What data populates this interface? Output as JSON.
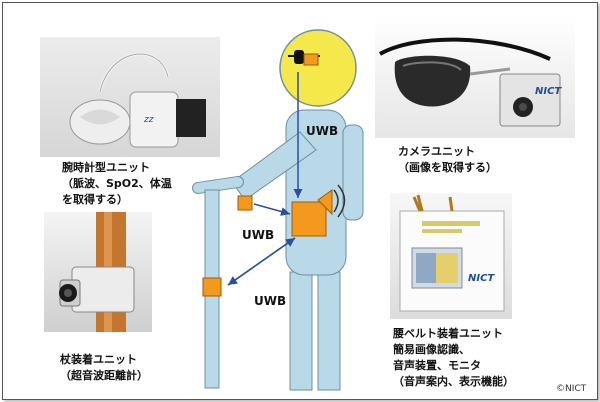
{
  "labels": {
    "wrist_title": "腕時計型ユニット",
    "wrist_line2": "（脈波、SpO2、体温",
    "wrist_line3": "を取得する）",
    "camera_title": "カメラユニット",
    "camera_line2": "（画像を取得する）",
    "cane_title": "杖装着ユニット",
    "cane_line2": "（超音波距離計）",
    "belt_title": "腰ベルト装着ユニット",
    "belt_line2": "簡易画像認識、",
    "belt_line3": "音声装置、モニタ",
    "belt_line4": "（音声案内、表示機能）"
  },
  "uwb": {
    "head": "UWB",
    "arm": "UWB",
    "cane": "UWB"
  },
  "logo_text": "NICT",
  "credit": "©NICT",
  "colors": {
    "body_fill": "#b9d9e8",
    "body_stroke": "#6e8f9e",
    "head_fill": "#f5e84a",
    "unit_orange": "#f39a1e",
    "arrow_blue": "#2a4fa0"
  }
}
